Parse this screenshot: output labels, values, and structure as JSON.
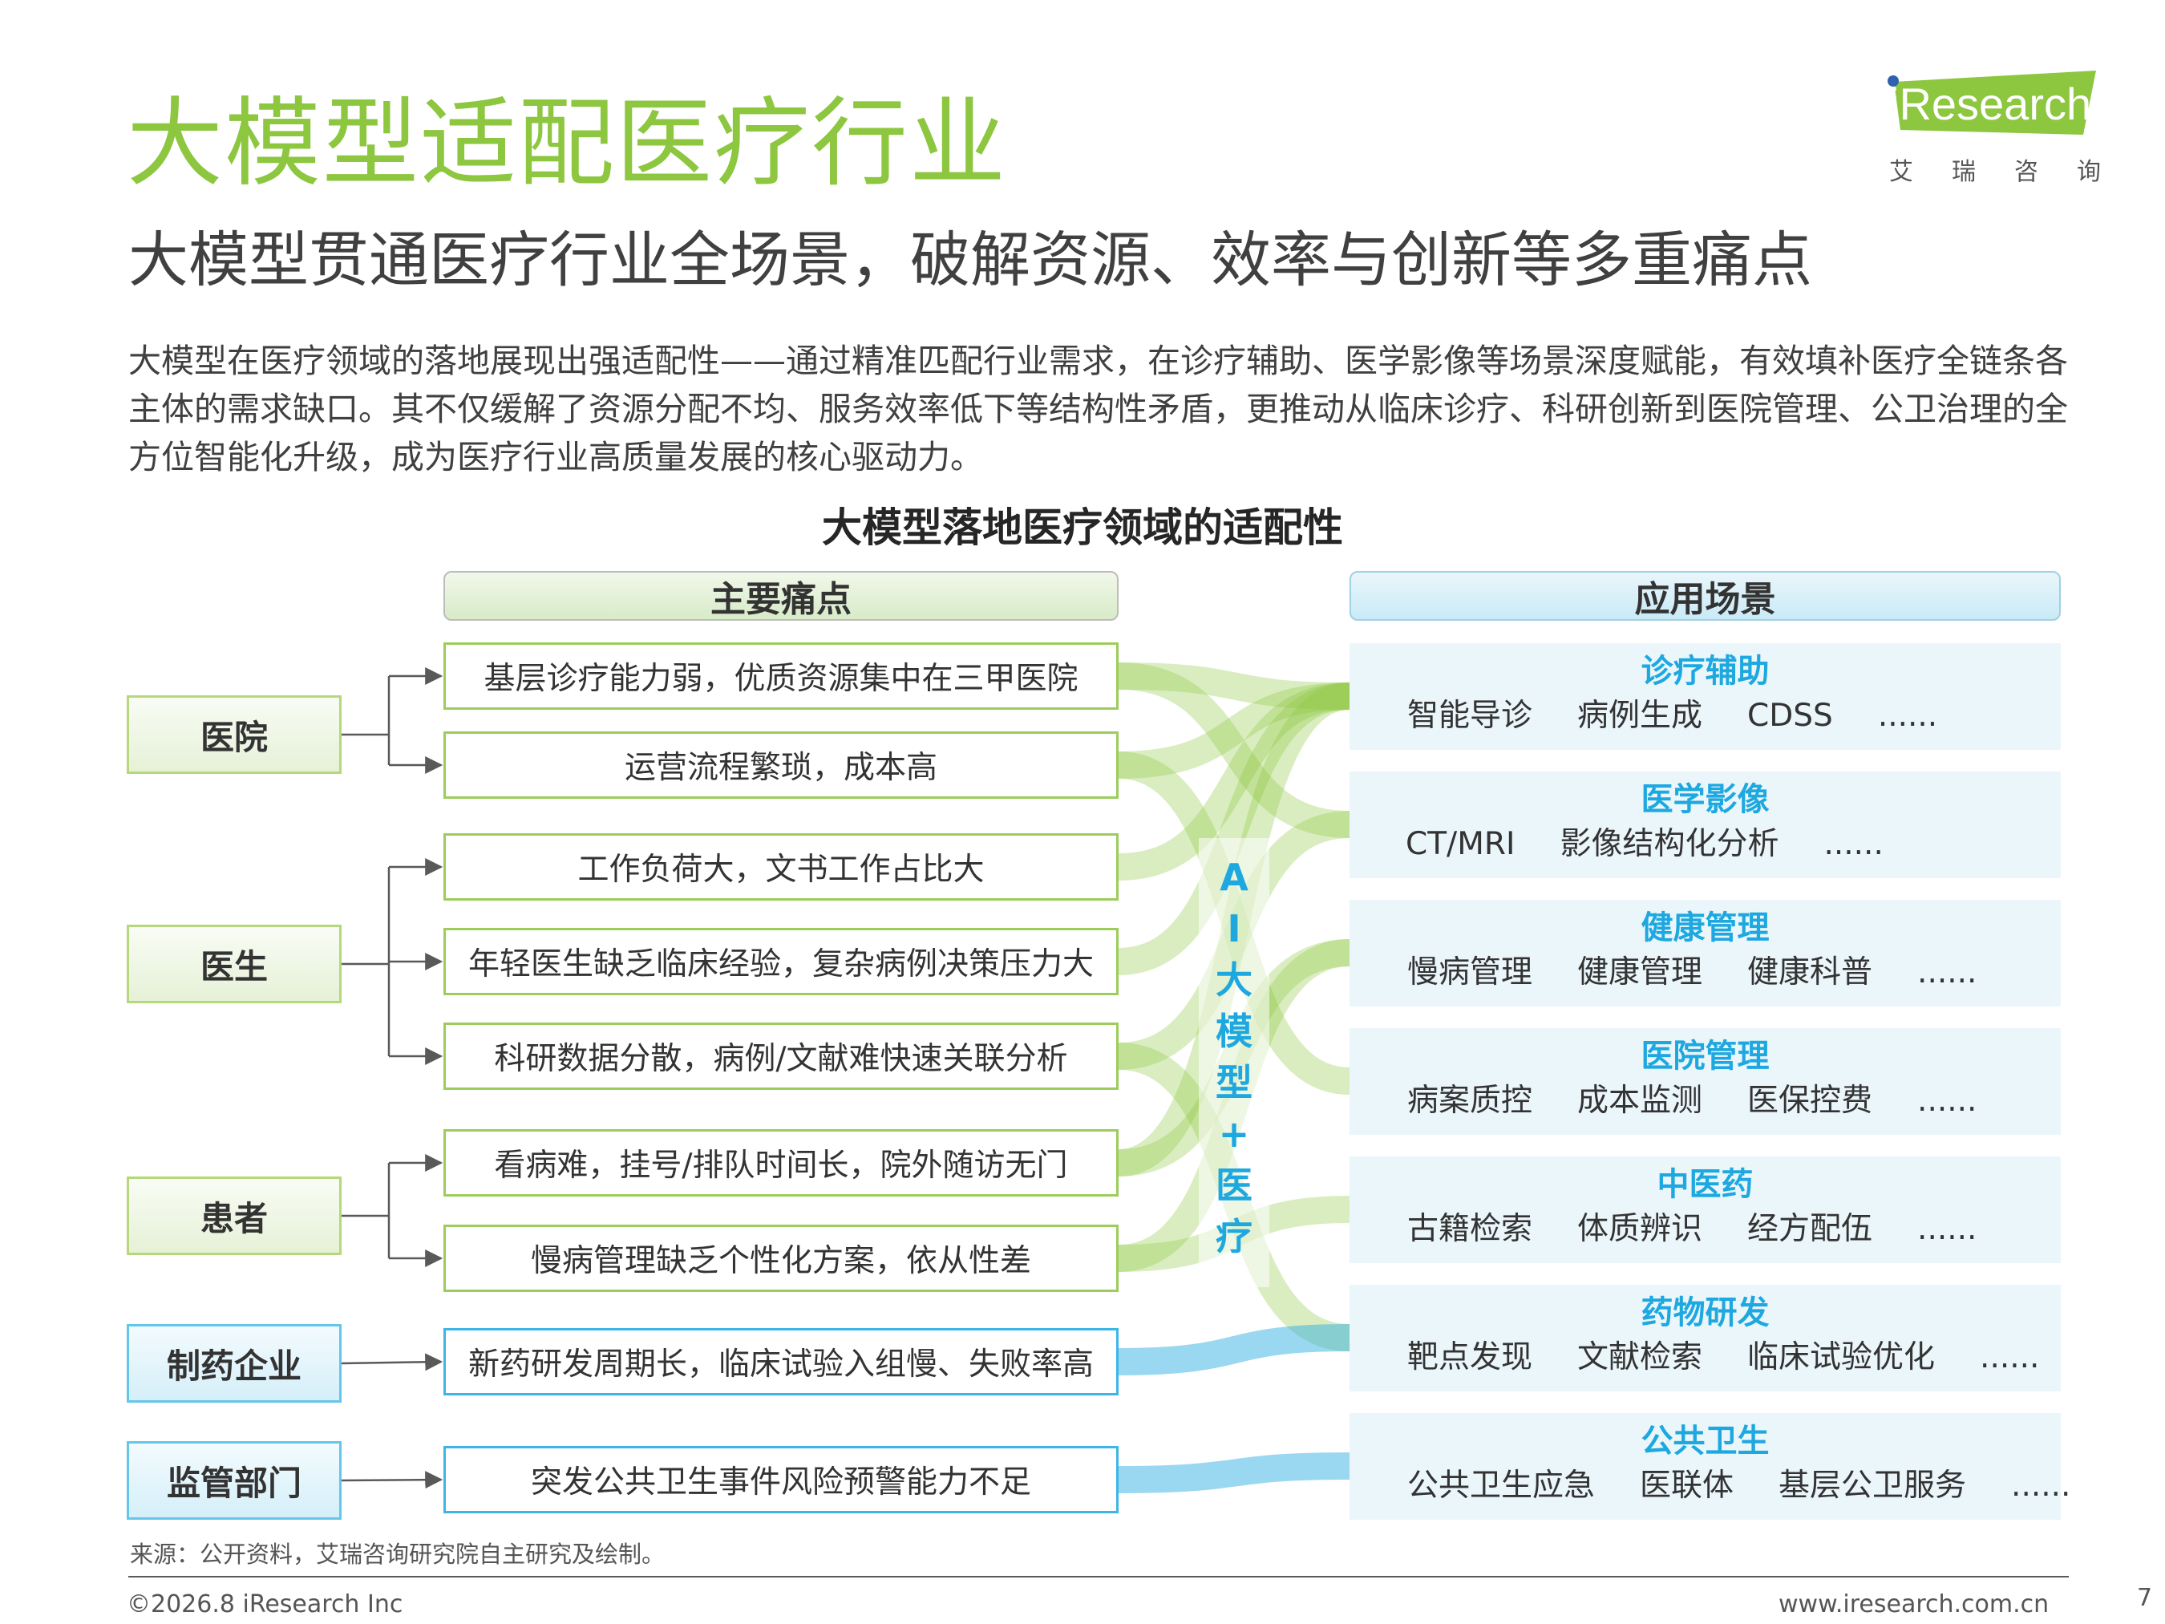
{
  "header": {
    "title": "大模型适配医疗行业",
    "subtitle": "大模型贯通医疗行业全场景，破解资源、效率与创新等多重痛点",
    "intro": "大模型在医疗领域的落地展现出强适配性——通过精准匹配行业需求，在诊疗辅助、医学影像等场景深度赋能，有效填补医疗全链条各主体的需求缺口。其不仅缓解了资源分配不均、服务效率低下等结构性矛盾，更推动从临床诊疗、科研创新到医院管理、公卫治理的全方位智能化升级，成为医疗行业高质量发展的核心驱动力。"
  },
  "logo": {
    "brand": "Research",
    "brand_prefix": "i",
    "cn": "艾瑞咨询"
  },
  "diagram": {
    "title": "大模型落地医疗领域的适配性",
    "pain_header": "主要痛点",
    "app_header": "应用场景",
    "ai_label": [
      "A",
      "I",
      "大",
      "模",
      "型",
      "+",
      "医",
      "疗"
    ],
    "subjects": [
      {
        "label": "医院"
      },
      {
        "label": "医生"
      },
      {
        "label": "患者"
      },
      {
        "label": "制药企业"
      },
      {
        "label": "监管部门"
      }
    ],
    "pains": [
      "基层诊疗能力弱，优质资源集中在三甲医院",
      "运营流程繁琐，成本高",
      "工作负荷大，文书工作占比大",
      "年轻医生缺乏临床经验，复杂病例决策压力大",
      "科研数据分散，病例/文献难快速关联分析",
      "看病难，挂号/排队时间长，院外随访无门",
      "慢病管理缺乏个性化方案，依从性差",
      "新药研发周期长，临床试验入组慢、失败率高",
      "突发公共卫生事件风险预警能力不足"
    ],
    "apps": [
      {
        "title": "诊疗辅助",
        "items": [
          "智能导诊",
          "病例生成",
          "CDSS",
          "......"
        ]
      },
      {
        "title": "医学影像",
        "items": [
          "CT/MRI",
          "影像结构化分析",
          "......"
        ]
      },
      {
        "title": "健康管理",
        "items": [
          "慢病管理",
          "健康管理",
          "健康科普",
          "......"
        ]
      },
      {
        "title": "医院管理",
        "items": [
          "病案质控",
          "成本监测",
          "医保控费",
          "......"
        ]
      },
      {
        "title": "中医药",
        "items": [
          "古籍检索",
          "体质辨识",
          "经方配伍",
          "......"
        ]
      },
      {
        "title": "药物研发",
        "items": [
          "靶点发现",
          "文献检索",
          "临床试验优化",
          "......"
        ]
      },
      {
        "title": "公共卫生",
        "items": [
          "公共卫生应急",
          "医联体",
          "基层公卫服务",
          "......"
        ]
      }
    ],
    "colors": {
      "green": "#8dc63f",
      "blue": "#1ea8e0"
    }
  },
  "footer": {
    "source": "来源：公开资料，艾瑞咨询研究院自主研究及绘制。",
    "copyright": "©2026.8 iResearch Inc",
    "website": "www.iresearch.com.cn",
    "page": "7"
  }
}
